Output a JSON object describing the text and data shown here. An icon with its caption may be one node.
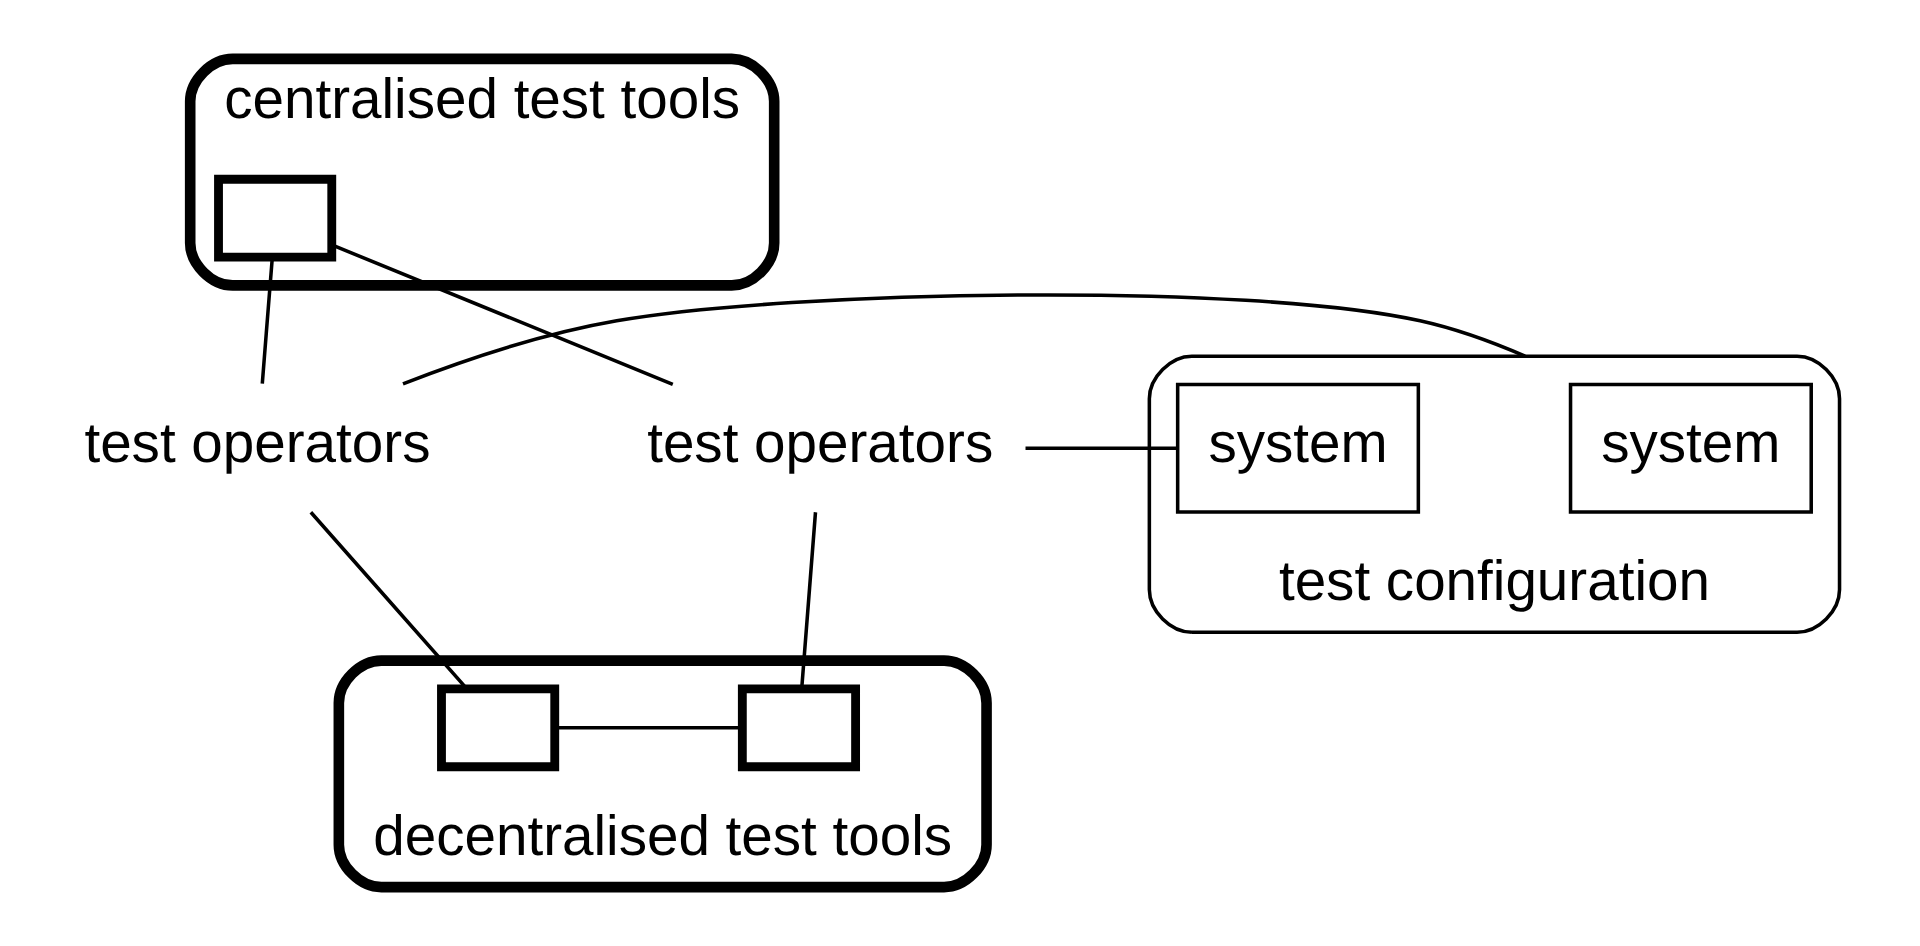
{
  "diagram": {
    "nodes": [
      {
        "text": [
          "centralised test tools"
        ]
      },
      {
        "text": [],
        "shape": "box",
        "in": 0
      },
      {
        "text": [
          "test operators"
        ]
      },
      {
        "text": [
          "test configuration"
        ]
      },
      {
        "text": [
          "system"
        ],
        "in": 3
      },
      {
        "text": [
          "system"
        ],
        "in": 3
      },
      {
        "text": [
          "test operators"
        ]
      },
      {
        "text": [
          "decentralised test tools"
        ]
      },
      {
        "text": [],
        "shape": "box",
        "in": 7
      },
      {
        "text": [],
        "shape": "box",
        "in": 7
      }
    ],
    "edges": [
      {
        "from": 2,
        "to": 1,
        "arrow": "none"
      },
      {
        "from": 6,
        "to": 1,
        "arrow": "none"
      },
      {
        "from": 2,
        "to": 3,
        "arrow": "none"
      },
      {
        "from": 6,
        "to": 5,
        "arrow": "none"
      },
      {
        "from": 2,
        "to": 8,
        "arrow": "none"
      },
      {
        "from": 6,
        "to": 9,
        "arrow": "none"
      },
      {
        "from": 8,
        "to": 9,
        "arrow": "none"
      }
    ]
  }
}
